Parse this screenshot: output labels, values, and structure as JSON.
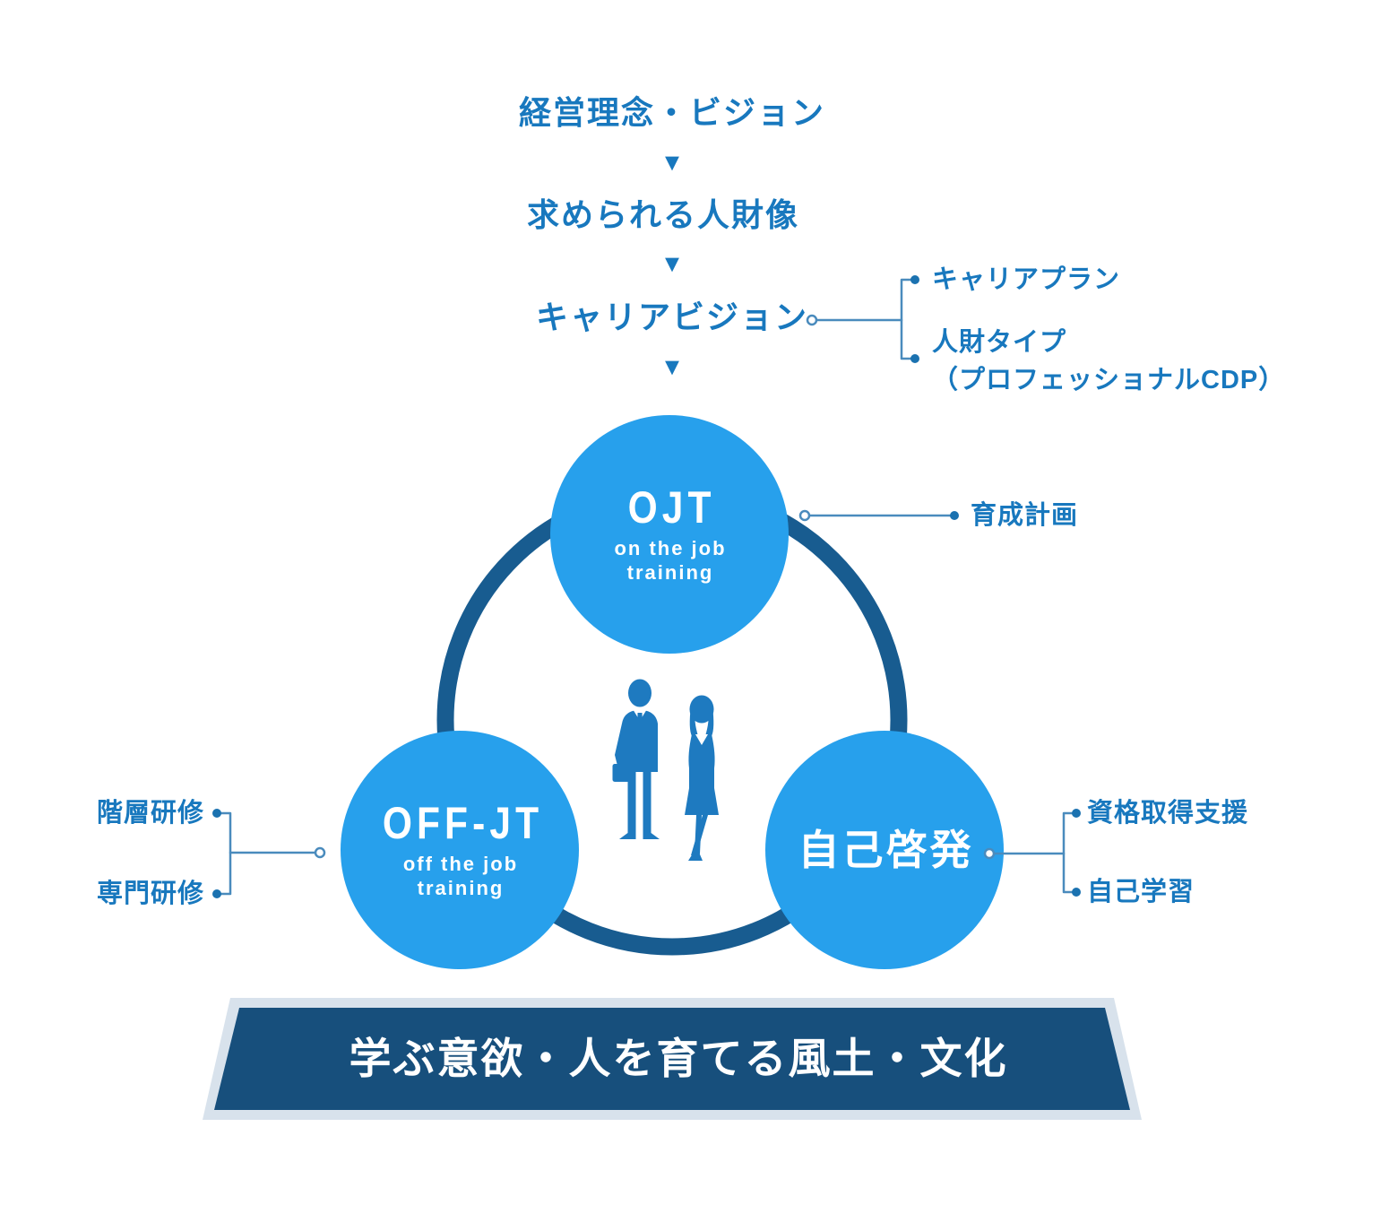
{
  "colors": {
    "circle": "#27A0EC",
    "ring": "#185C90",
    "banner_bg": "#174F7C",
    "banner_border": "#D8E2EC",
    "text_blue": "#1878BE",
    "connector": "#4A8BBD",
    "dot": "#1B72B0",
    "silhouette": "#1E7AC0"
  },
  "flow": {
    "arrow_glyph": "▼",
    "steps": [
      {
        "label": "経営理念・ビジョン"
      },
      {
        "label": "求められる人財像"
      },
      {
        "label": "キャリアビジョン"
      }
    ]
  },
  "career_branch": {
    "item1": "キャリアプラン",
    "item2_line1": "人財タイプ",
    "item2_line2": "（プロフェッショナルCDP）"
  },
  "circles": {
    "ojt": {
      "title": "OJT",
      "subtitle": "on the job\ntraining"
    },
    "offjt": {
      "title": "OFF-JT",
      "subtitle": "off the job\ntraining"
    },
    "self_dev": {
      "title": "自己啓発"
    }
  },
  "side_labels": {
    "ojt_right": "育成計画",
    "offjt_left_top": "階層研修",
    "offjt_left_bottom": "専門研修",
    "self_right_top": "資格取得支援",
    "self_right_bottom": "自己学習"
  },
  "banner": {
    "text": "学ぶ意欲・人を育てる風土・文化"
  }
}
